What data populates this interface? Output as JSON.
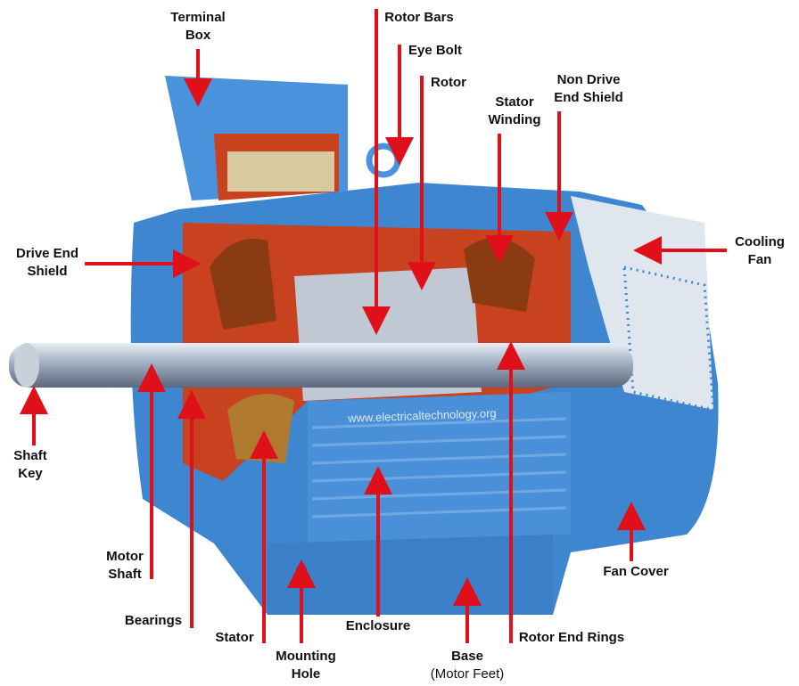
{
  "labels": {
    "terminal_box": [
      "Terminal",
      "Box"
    ],
    "rotor_bars": "Rotor Bars",
    "eye_bolt": "Eye Bolt",
    "rotor": "Rotor",
    "stator_winding": [
      "Stator",
      "Winding"
    ],
    "non_drive_end_shield": [
      "Non Drive",
      "End Shield"
    ],
    "cooling_fan": [
      "Cooling",
      "Fan"
    ],
    "drive_end_shield": [
      "Drive End",
      "Shield"
    ],
    "shaft_key": [
      "Shaft",
      "Key"
    ],
    "motor_shaft": [
      "Motor",
      "Shaft"
    ],
    "bearings": "Bearings",
    "stator": "Stator",
    "mounting_hole": [
      "Mounting",
      "Hole"
    ],
    "enclosure": "Enclosure",
    "base": "Base",
    "base_sub": "(Motor Feet)",
    "rotor_end_rings": "Rotor End Rings",
    "fan_cover": "Fan Cover"
  },
  "watermark": "www.electricaltechnology.org",
  "colors": {
    "arrow": "#e0101a",
    "body": "#3f86d0",
    "winding": "#c9421f",
    "copper": "#8a3b12"
  }
}
